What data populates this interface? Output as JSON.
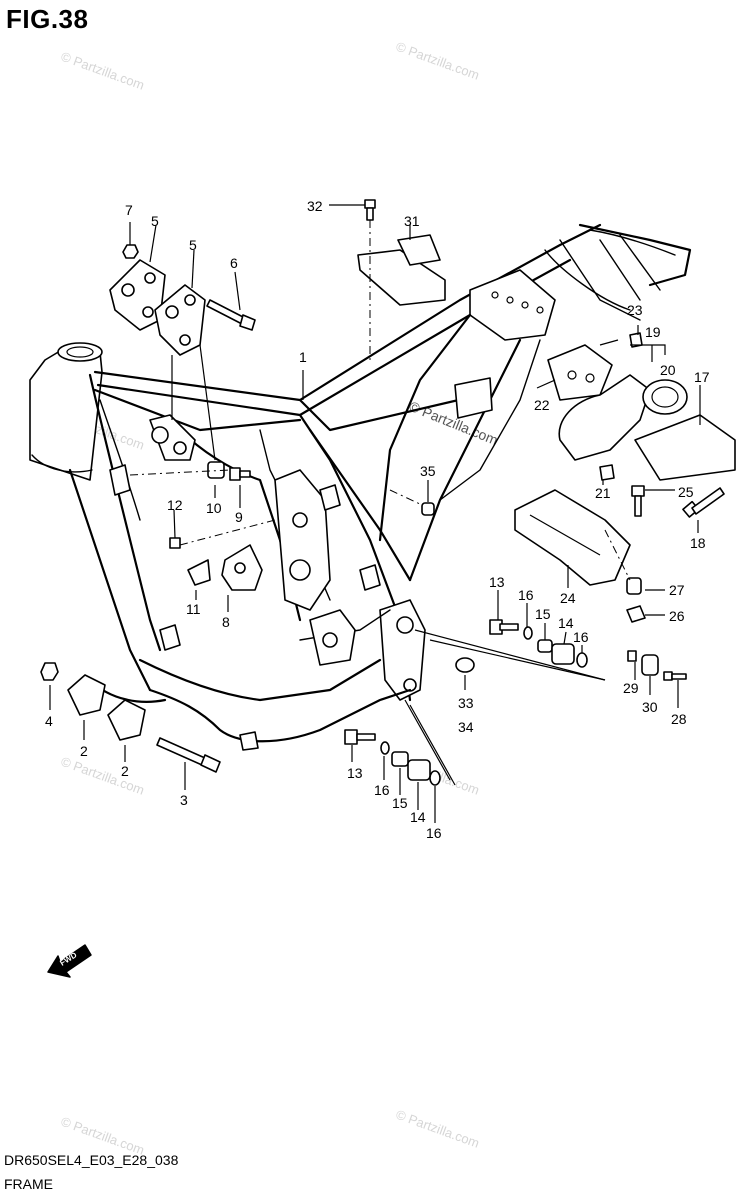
{
  "figure": {
    "title": "FIG.38",
    "drawing_code": "DR650SEL4_E03_E28_038",
    "section_name": "FRAME",
    "direction_label": "FWD",
    "watermark": "© Partzilla.com"
  },
  "callouts": [
    {
      "id": "c1",
      "label": "1"
    },
    {
      "id": "c2a",
      "label": "2"
    },
    {
      "id": "c2b",
      "label": "2"
    },
    {
      "id": "c3",
      "label": "3"
    },
    {
      "id": "c4",
      "label": "4"
    },
    {
      "id": "c5a",
      "label": "5"
    },
    {
      "id": "c5b",
      "label": "5"
    },
    {
      "id": "c6",
      "label": "6"
    },
    {
      "id": "c7",
      "label": "7"
    },
    {
      "id": "c8",
      "label": "8"
    },
    {
      "id": "c9",
      "label": "9"
    },
    {
      "id": "c10",
      "label": "10"
    },
    {
      "id": "c11",
      "label": "11"
    },
    {
      "id": "c12",
      "label": "12"
    },
    {
      "id": "c13a",
      "label": "13"
    },
    {
      "id": "c13b",
      "label": "13"
    },
    {
      "id": "c14a",
      "label": "14"
    },
    {
      "id": "c14b",
      "label": "14"
    },
    {
      "id": "c15a",
      "label": "15"
    },
    {
      "id": "c15b",
      "label": "15"
    },
    {
      "id": "c16a",
      "label": "16"
    },
    {
      "id": "c16b",
      "label": "16"
    },
    {
      "id": "c16c",
      "label": "16"
    },
    {
      "id": "c16d",
      "label": "16"
    },
    {
      "id": "c17",
      "label": "17"
    },
    {
      "id": "c18",
      "label": "18"
    },
    {
      "id": "c19",
      "label": "19"
    },
    {
      "id": "c20",
      "label": "20"
    },
    {
      "id": "c21",
      "label": "21"
    },
    {
      "id": "c22",
      "label": "22"
    },
    {
      "id": "c23",
      "label": "23"
    },
    {
      "id": "c24",
      "label": "24"
    },
    {
      "id": "c25",
      "label": "25"
    },
    {
      "id": "c26",
      "label": "26"
    },
    {
      "id": "c27",
      "label": "27"
    },
    {
      "id": "c28",
      "label": "28"
    },
    {
      "id": "c29",
      "label": "29"
    },
    {
      "id": "c30",
      "label": "30"
    },
    {
      "id": "c31",
      "label": "31"
    },
    {
      "id": "c32",
      "label": "32"
    },
    {
      "id": "c33",
      "label": "33"
    },
    {
      "id": "c34",
      "label": "34"
    },
    {
      "id": "c35",
      "label": "35"
    }
  ]
}
